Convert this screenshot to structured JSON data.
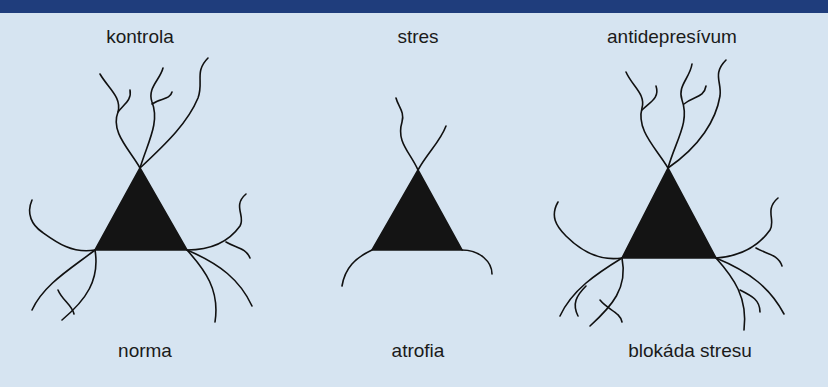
{
  "diagram": {
    "labels": [
      "kontrola",
      "stres",
      "antidepresívum",
      "norma",
      "atrofia",
      "blokáda stresu"
    ]
  }
}
